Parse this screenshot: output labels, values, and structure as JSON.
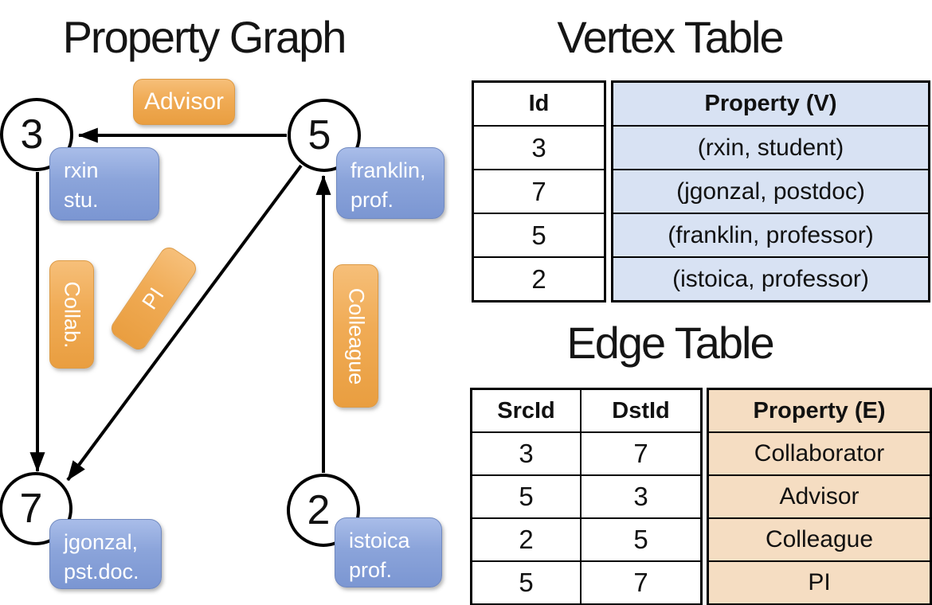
{
  "slide": {
    "left_title": "Property Graph",
    "vertex_table_title": "Vertex Table",
    "edge_table_title": "Edge Table"
  },
  "graph": {
    "nodes": [
      {
        "id": "3",
        "prop_line1": "rxin",
        "prop_line2": "stu."
      },
      {
        "id": "5",
        "prop_line1": "franklin,",
        "prop_line2": "prof."
      },
      {
        "id": "7",
        "prop_line1": "jgonzal,",
        "prop_line2": "pst.doc."
      },
      {
        "id": "2",
        "prop_line1": "istoica",
        "prop_line2": "prof."
      }
    ],
    "edge_labels": {
      "advisor": "Advisor",
      "collab": "Collab.",
      "pi": "PI",
      "colleague": "Colleague"
    },
    "edges": [
      {
        "src": "5",
        "dst": "3",
        "label": "Advisor"
      },
      {
        "src": "3",
        "dst": "7",
        "label": "Collab."
      },
      {
        "src": "5",
        "dst": "7",
        "label": "PI"
      },
      {
        "src": "2",
        "dst": "5",
        "label": "Colleague"
      }
    ]
  },
  "vertex_table": {
    "columns": [
      "Id",
      "Property (V)"
    ],
    "rows": [
      [
        "3",
        "(rxin, student)"
      ],
      [
        "7",
        "(jgonzal, postdoc)"
      ],
      [
        "5",
        "(franklin, professor)"
      ],
      [
        "2",
        "(istoica, professor)"
      ]
    ]
  },
  "edge_table": {
    "columns": [
      "SrcId",
      "DstId",
      "Property (E)"
    ],
    "rows": [
      [
        "3",
        "7",
        "Collaborator"
      ],
      [
        "5",
        "3",
        "Advisor"
      ],
      [
        "2",
        "5",
        "Colleague"
      ],
      [
        "5",
        "7",
        "PI"
      ]
    ]
  },
  "colors": {
    "vertex_property_card": "#8ba4da",
    "edge_label_box": "#f0ab55",
    "vertex_table_fill": "#d8e2f3",
    "edge_table_fill": "#f5ddc2",
    "line": "#000000",
    "node_fill": "#ffffff",
    "text_on_boxes": "#ffffff"
  }
}
